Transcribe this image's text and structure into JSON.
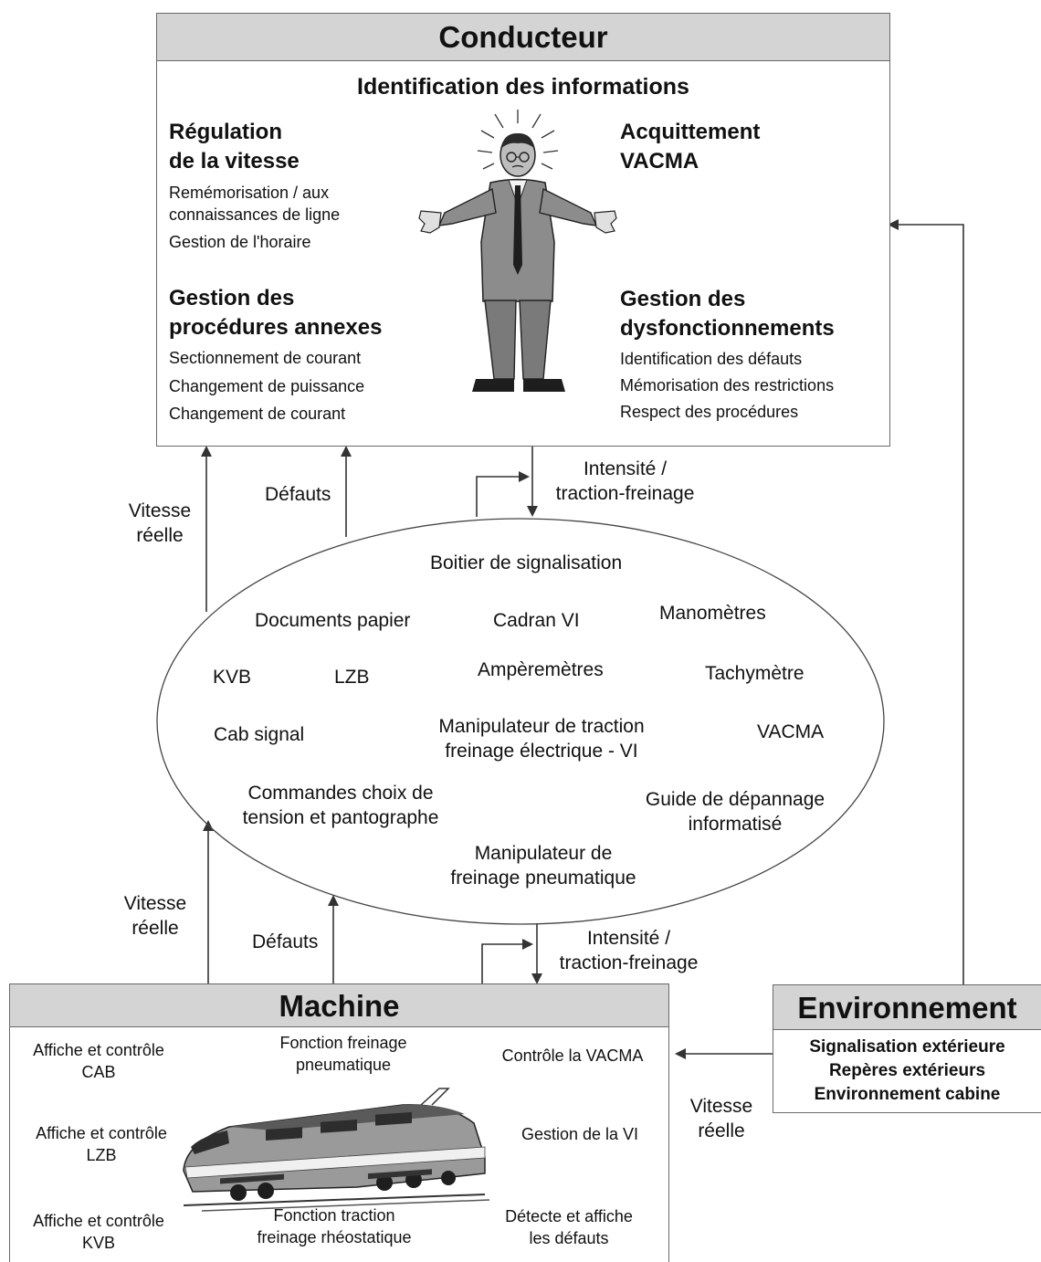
{
  "conducteur": {
    "title": "Conducteur",
    "subtitle": "Identification des informations",
    "regulation": {
      "title_line1": "Régulation",
      "title_line2": "de la vitesse",
      "line1": "Remémorisation / aux",
      "line2": "connaissances de ligne",
      "line3": "Gestion de l'horaire"
    },
    "acquittement": {
      "title_line1": "Acquittement",
      "title_line2": "VACMA"
    },
    "procedures": {
      "title_line1": "Gestion des",
      "title_line2": "procédures annexes",
      "items": [
        "Sectionnement de courant",
        "Changement de puissance",
        "Changement de courant"
      ]
    },
    "dysfonctionnements": {
      "title_line1": "Gestion des",
      "title_line2": "dysfonctionnements",
      "items": [
        "Identification des défauts",
        "Mémorisation des restrictions",
        "Respect des procédures"
      ]
    }
  },
  "cabine": {
    "boitier": "Boitier de signalisation",
    "documents": "Documents papier",
    "cadran": "Cadran VI",
    "manometres": "Manomètres",
    "kvb": "KVB",
    "lzb": "LZB",
    "amperemetres": "Ampèremètres",
    "tachymetre": "Tachymètre",
    "cab_signal": "Cab signal",
    "manip_traction_1": "Manipulateur de traction",
    "manip_traction_2": "freinage électrique - VI",
    "vacma": "VACMA",
    "commandes_1": "Commandes choix de",
    "commandes_2": "tension et pantographe",
    "guide_1": "Guide de dépannage",
    "guide_2": "informatisé",
    "manip_frein_1": "Manipulateur de",
    "manip_frein_2": "freinage pneumatique"
  },
  "flows": {
    "vitesse_1": "Vitesse",
    "vitesse_2": "réelle",
    "defauts": "Défauts",
    "intensite_1": "Intensité /",
    "intensite_2": "traction-freinage"
  },
  "machine": {
    "title": "Machine",
    "cab": [
      "Affiche et contrôle",
      "CAB"
    ],
    "lzb": [
      "Affiche et contrôle",
      "LZB"
    ],
    "kvb": [
      "Affiche et contrôle",
      "KVB"
    ],
    "frein_pneu": [
      "Fonction freinage",
      "pneumatique"
    ],
    "traction": [
      "Fonction traction",
      "freinage rhéostatique"
    ],
    "vacma": [
      "Contrôle la VACMA"
    ],
    "gestion_vi": [
      "Gestion de la VI"
    ],
    "defauts": [
      "Détecte et affiche",
      "les défauts"
    ]
  },
  "environnement": {
    "title": "Environnement",
    "items": [
      "Signalisation extérieure",
      "Repères extérieurs",
      "Environnement cabine"
    ]
  },
  "colors": {
    "header_fill": "#d4d4d4",
    "line": "#333333"
  },
  "icons": [
    "man-figure-icon",
    "tgv-train-icon"
  ]
}
